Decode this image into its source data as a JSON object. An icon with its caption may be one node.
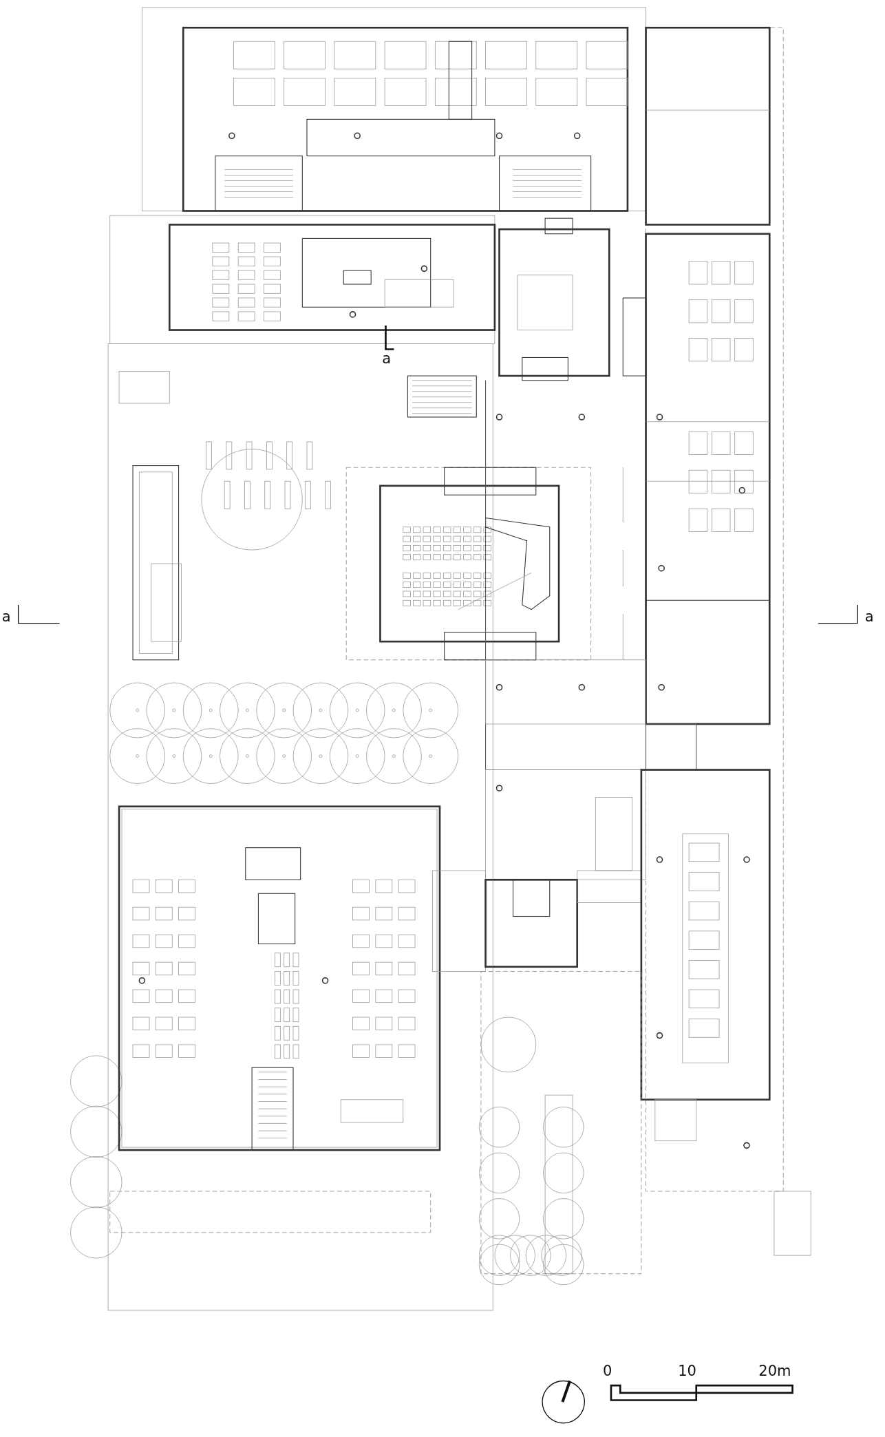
{
  "diagram": {
    "labels": [
      "a",
      "a",
      "a",
      "0",
      "10",
      "20m"
    ]
  }
}
